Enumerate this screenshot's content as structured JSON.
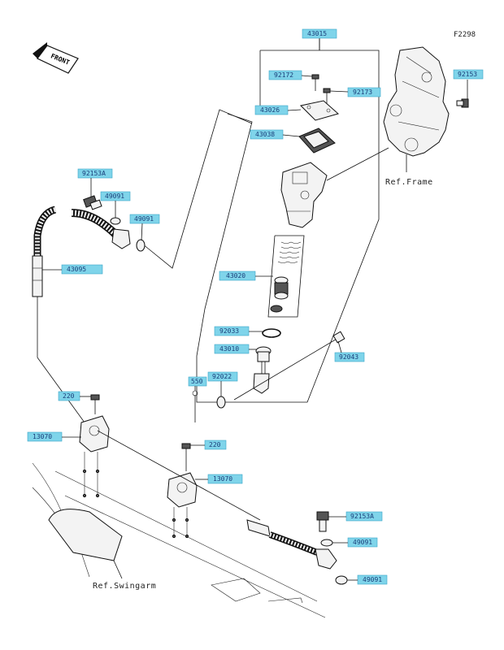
{
  "figure_code": "F2298",
  "front_label": "FRONT",
  "ref_frame": "Ref.Frame",
  "ref_swingarm": "Ref.Swingarm",
  "callouts": {
    "c43015": "43015",
    "c92172": "92172",
    "c92173": "92173",
    "c43026": "43026",
    "c43038": "43038",
    "c92153_top": "92153",
    "c92153a_left": "92153A",
    "c49091_a": "49091",
    "c49091_b": "49091",
    "c43095": "43095",
    "c43020": "43020",
    "c92033": "92033",
    "c43010": "43010",
    "c92043": "92043",
    "c550": "550",
    "c92022": "92022",
    "c220_a": "220",
    "c13070_a": "13070",
    "c220_b": "220",
    "c13070_b": "13070",
    "c92153a_right": "92153A",
    "c49091_c": "49091",
    "c49091_d": "49091"
  }
}
